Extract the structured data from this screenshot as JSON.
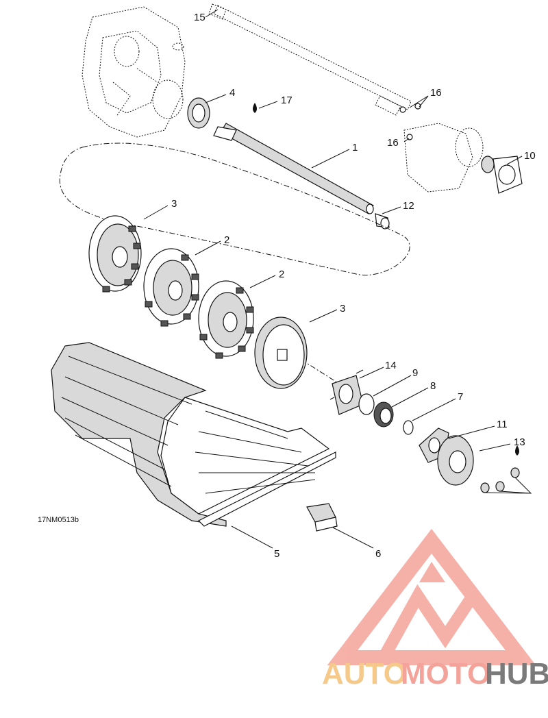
{
  "diagram": {
    "reference_code": "17NM0513b",
    "callouts": [
      {
        "id": "c1",
        "label": "1"
      },
      {
        "id": "c2a",
        "label": "2"
      },
      {
        "id": "c2b",
        "label": "2"
      },
      {
        "id": "c3a",
        "label": "3"
      },
      {
        "id": "c3b",
        "label": "3"
      },
      {
        "id": "c4",
        "label": "4"
      },
      {
        "id": "c5",
        "label": "5"
      },
      {
        "id": "c6",
        "label": "6"
      },
      {
        "id": "c7",
        "label": "7"
      },
      {
        "id": "c8",
        "label": "8"
      },
      {
        "id": "c9",
        "label": "9"
      },
      {
        "id": "c10",
        "label": "10"
      },
      {
        "id": "c11",
        "label": "11"
      },
      {
        "id": "c12",
        "label": "12"
      },
      {
        "id": "c13",
        "label": "13"
      },
      {
        "id": "c14",
        "label": "14"
      },
      {
        "id": "c15",
        "label": "15"
      },
      {
        "id": "c16a",
        "label": "16"
      },
      {
        "id": "c16b",
        "label": "16"
      },
      {
        "id": "c17",
        "label": "17"
      }
    ]
  },
  "watermark": {
    "text_auto": "AUTO",
    "text_moto": "MOTO",
    "text_hub": "HUB",
    "colors": {
      "auto": "#f5c98a",
      "moto": "#f4a39a",
      "hub": "#7a7a7a",
      "logo": "#f4a39a"
    }
  }
}
